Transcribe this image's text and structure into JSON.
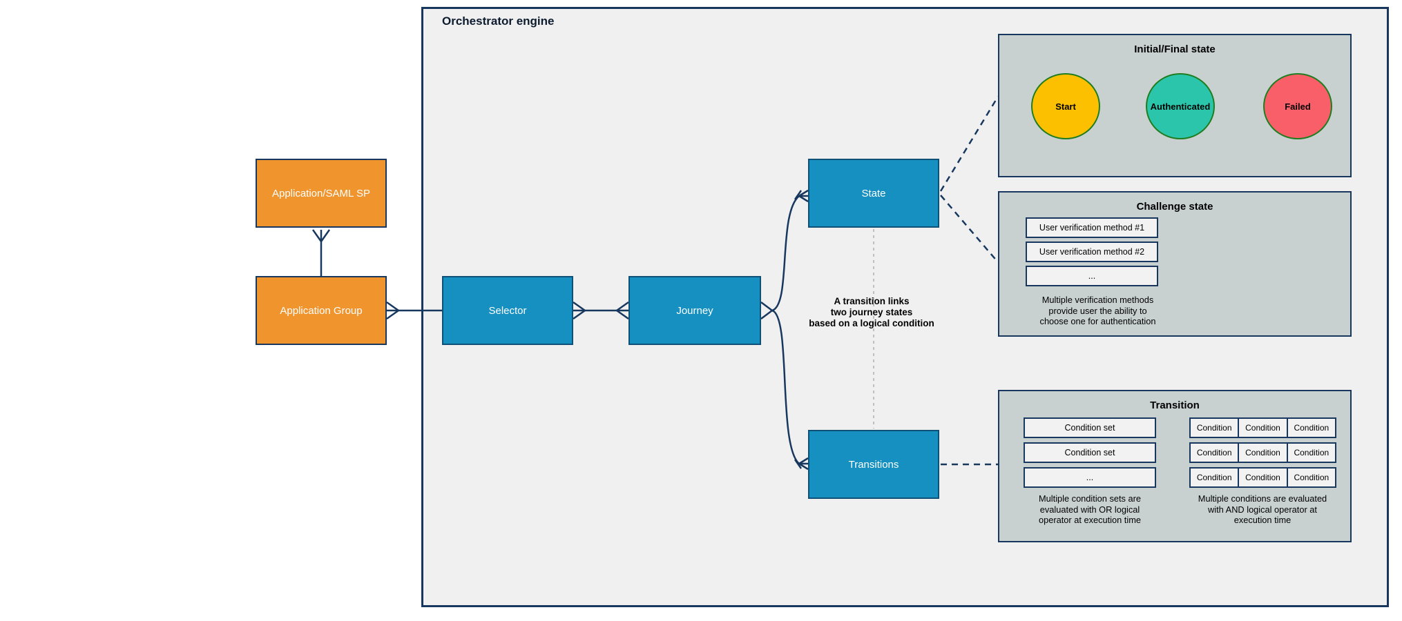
{
  "diagram": {
    "title": "Orchestrator engine",
    "external_nodes": [
      {
        "id": "application-saml-sp",
        "label": "Application/SAML SP"
      },
      {
        "id": "application-group",
        "label": "Application Group"
      }
    ],
    "engine_nodes": [
      {
        "id": "selector",
        "label": "Selector"
      },
      {
        "id": "journey",
        "label": "Journey"
      },
      {
        "id": "state",
        "label": "State"
      },
      {
        "id": "transitions",
        "label": "Transitions"
      }
    ],
    "annotation": {
      "line1": "A transition links",
      "line2": "two journey states",
      "line3": "based on a logical condition"
    }
  },
  "panels": {
    "initial_final": {
      "title": "Initial/Final state",
      "states": [
        {
          "label": "Start",
          "color": "#fcc000"
        },
        {
          "label": "Authenticated",
          "color": "#2bc5ab"
        },
        {
          "label": "Failed",
          "color": "#f85f68"
        }
      ]
    },
    "challenge": {
      "title": "Challenge state",
      "methods": [
        "User verification method #1",
        "User verification method #2",
        "..."
      ],
      "note": [
        "Multiple verification methods",
        "provide user the ability to",
        "choose one for authentication"
      ]
    },
    "transition": {
      "title": "Transition",
      "condition_sets": [
        "Condition set",
        "Condition set",
        "..."
      ],
      "condition_grid": [
        [
          "Condition",
          "Condition",
          "Condition"
        ],
        [
          "Condition",
          "Condition",
          "Condition"
        ],
        [
          "Condition",
          "Condition",
          "Condition"
        ]
      ],
      "or_note": [
        "Multiple condition sets are",
        "evaluated with OR logical",
        "operator at execution time"
      ],
      "and_note": [
        "Multiple conditions are evaluated",
        "with AND logical operator at",
        "execution time"
      ]
    }
  },
  "colors": {
    "navy_stroke": "#17375e",
    "orange_node": "#f0942e",
    "blue_node": "#1590c0",
    "engine_background": "#f0f0f0",
    "panel_background": "#c8d1cf",
    "inner_box_background": "#f2f2f2",
    "circle_border_green": "#1f7d1f",
    "gray_dash": "#b3b3b3"
  }
}
